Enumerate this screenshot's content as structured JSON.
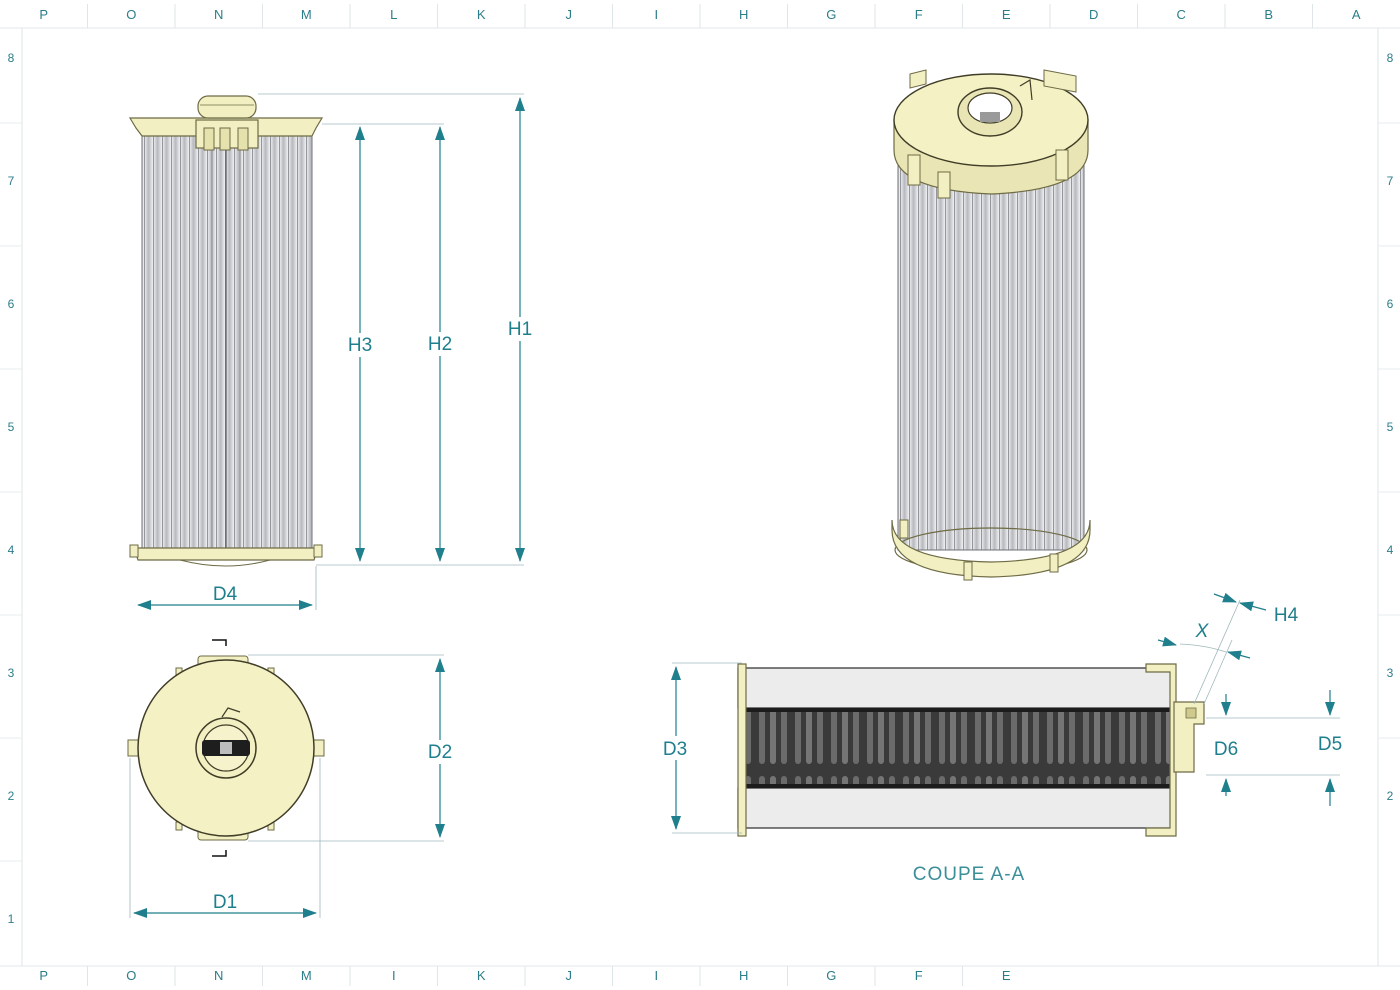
{
  "zones": {
    "top": [
      "P",
      "O",
      "N",
      "M",
      "L",
      "K",
      "J",
      "I",
      "H",
      "G",
      "F",
      "E",
      "D",
      "C",
      "B",
      "A"
    ],
    "bottom": [
      "P",
      "O",
      "N",
      "M",
      "I",
      "K",
      "J",
      "I",
      "H",
      "G",
      "F",
      "E"
    ],
    "left": [
      "8",
      "7",
      "6",
      "5",
      "4",
      "3",
      "2",
      "1"
    ],
    "right": [
      "8",
      "7",
      "6",
      "5",
      "4",
      "3",
      "2"
    ]
  },
  "dimensions": {
    "h1": "H1",
    "h2": "H2",
    "h3": "H3",
    "h4": "H4",
    "d1": "D1",
    "d2": "D2",
    "d3": "D3",
    "d4": "D4",
    "d5": "D5",
    "d6": "D6",
    "x": "X"
  },
  "section": {
    "caption": "COUPE A-A"
  },
  "colors": {
    "endcap": "#f2efc2",
    "endcap_stroke": "#6e6b45",
    "pleat_light": "#e8e9ec",
    "pleat_dark": "#8e9096",
    "core": "#2b2b2b",
    "dimension": "#1f7f8c",
    "border": "#cfd8da"
  }
}
